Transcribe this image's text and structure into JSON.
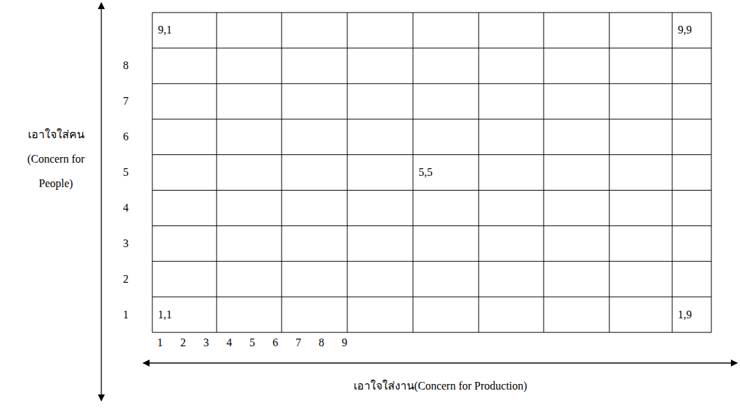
{
  "diagram": {
    "labels": [
      "9,1",
      "9,9",
      "8",
      "7",
      "6",
      "5",
      "5,5",
      "4",
      "3",
      "2",
      "1",
      "1,1",
      "1,9",
      "1",
      "2",
      "3",
      "4",
      "5",
      "6",
      "7",
      "8",
      "9",
      "เอาใจใส่คน (Concern for People)",
      "เอาใจใส่งาน(Concern for Production)"
    ]
  }
}
